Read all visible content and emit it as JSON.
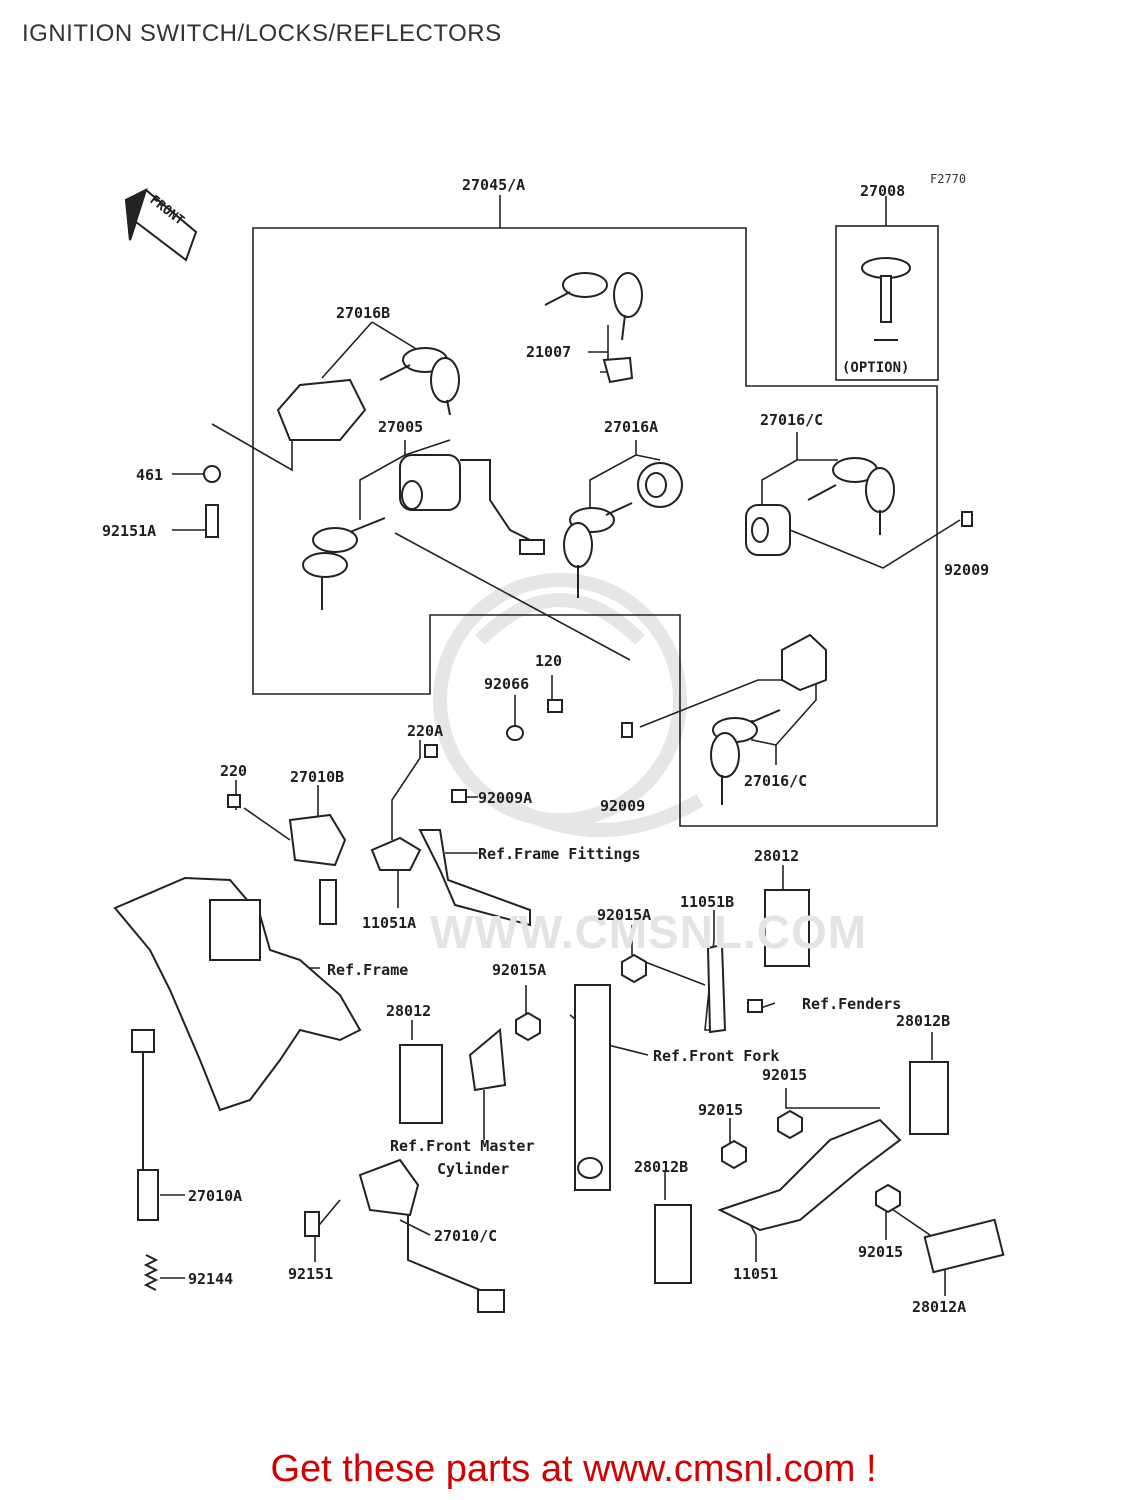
{
  "title": "IGNITION SWITCH/LOCKS/REFLECTORS",
  "figure_code": "F2770",
  "front_label": "FRONT",
  "watermark": "WWW.CMSNL.COM",
  "labels": {
    "p27045A": "27045/A",
    "p27008": "27008",
    "option": "(OPTION)",
    "p27016B": "27016B",
    "p21007": "21007",
    "p461": "461",
    "p92151A": "92151A",
    "p27005": "27005",
    "p27016A": "27016A",
    "p27016C_top": "27016/C",
    "p92009_right": "92009",
    "p120": "120",
    "p92066": "92066",
    "p220A": "220A",
    "p220": "220",
    "p27010B": "27010B",
    "p92009A": "92009A",
    "ref_frame_fittings": "Ref.Frame Fittings",
    "p92009_mid": "92009",
    "p27016C_bot": "27016/C",
    "p28012_right": "28012",
    "p11051A": "11051A",
    "p92015A_top": "92015A",
    "p11051B": "11051B",
    "ref_frame": "Ref.Frame",
    "p92015A_mid": "92015A",
    "ref_fenders": "Ref.Fenders",
    "p28012_left": "28012",
    "p28012B_right": "28012B",
    "ref_front_fork": "Ref.Front Fork",
    "p92015_a": "92015",
    "p92015_b": "92015",
    "ref_master_cyl_1": "Ref.Front Master",
    "ref_master_cyl_2": "Cylinder",
    "p28012B_left": "28012B",
    "p27010A": "27010A",
    "p92151": "92151",
    "p27010C": "27010/C",
    "p92144": "92144",
    "p11051": "11051",
    "p92015_c": "92015",
    "p28012A": "28012A"
  },
  "footer": "Get these parts at www.cmsnl.com !",
  "colors": {
    "footer": "#d40000",
    "line": "#222222",
    "watermark": "#e4e4e4"
  }
}
